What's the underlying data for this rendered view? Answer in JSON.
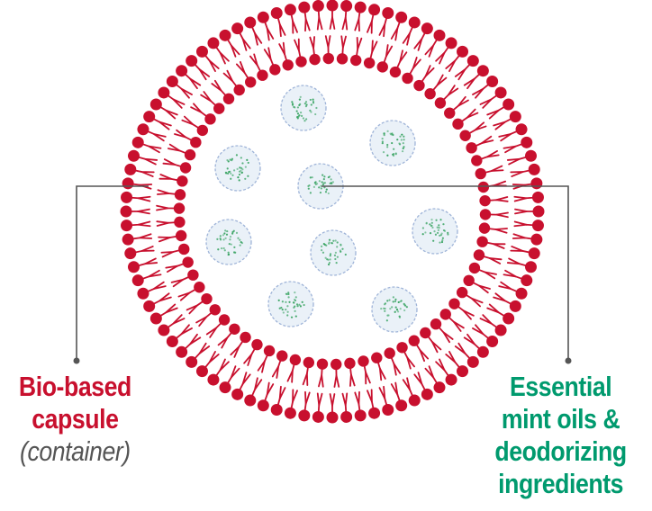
{
  "colors": {
    "capsule": "#c8102e",
    "ingredient": "#009a6e",
    "subtext": "#555555",
    "leader": "#555555",
    "bubble_fill": "#eaf1f8",
    "bubble_stroke": "#9fb4d8",
    "dots": "#3aa463"
  },
  "labels": {
    "capsule_line1": "Bio-based",
    "capsule_line2": "capsule",
    "capsule_sub": "(container)",
    "ingredient_line1": "Essential",
    "ingredient_line2": "mint oils &",
    "ingredient_line3": "deodorizing",
    "ingredient_line4": "ingredients"
  },
  "icons": {
    "capsule": "lipid-bilayer-capsule-icon",
    "droplet": "oil-droplet-icon"
  }
}
